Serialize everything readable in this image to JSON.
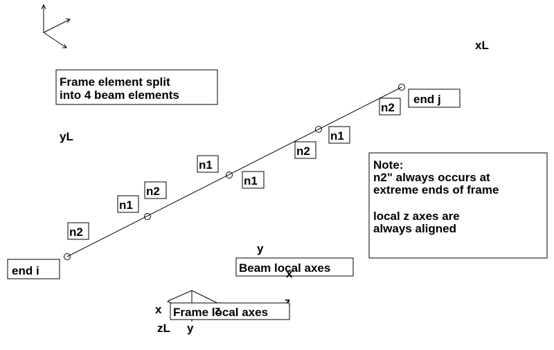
{
  "diagram": {
    "frame_note_line1": "Frame element split",
    "frame_note_line2": "into 4 beam elements",
    "global_x_label": "xL",
    "global_y_label": "yL",
    "global_z_label": "zL",
    "end_i": "end i",
    "end_j": "end j",
    "note": {
      "line1": "Note:",
      "line2": "n2\" always occurs at",
      "line3": "extreme ends of frame",
      "line4": "local z axes are",
      "line5": "always aligned"
    },
    "node_labels": {
      "n1": "n1",
      "n2": "n2"
    },
    "beam_axes": {
      "title": "Beam local axes",
      "x": "x",
      "y": "y"
    },
    "frame_axes": {
      "title": "Frame local axes",
      "x": "x",
      "y": "y",
      "z": "z"
    },
    "beam_z_label": "z"
  }
}
